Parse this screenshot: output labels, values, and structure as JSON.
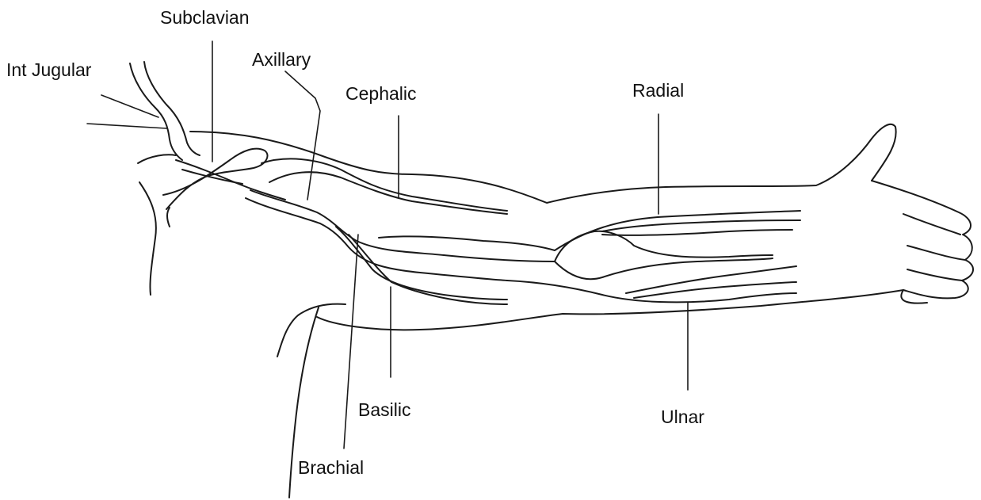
{
  "labels": {
    "subclavian": "Subclavian",
    "int_jugular": "Int Jugular",
    "axillary": "Axillary",
    "cephalic": "Cephalic",
    "radial": "Radial",
    "basilic": "Basilic",
    "brachial": "Brachial",
    "ulnar": "Ulnar"
  },
  "colors": {
    "line": "#1a1a1a",
    "background": "#ffffff"
  }
}
